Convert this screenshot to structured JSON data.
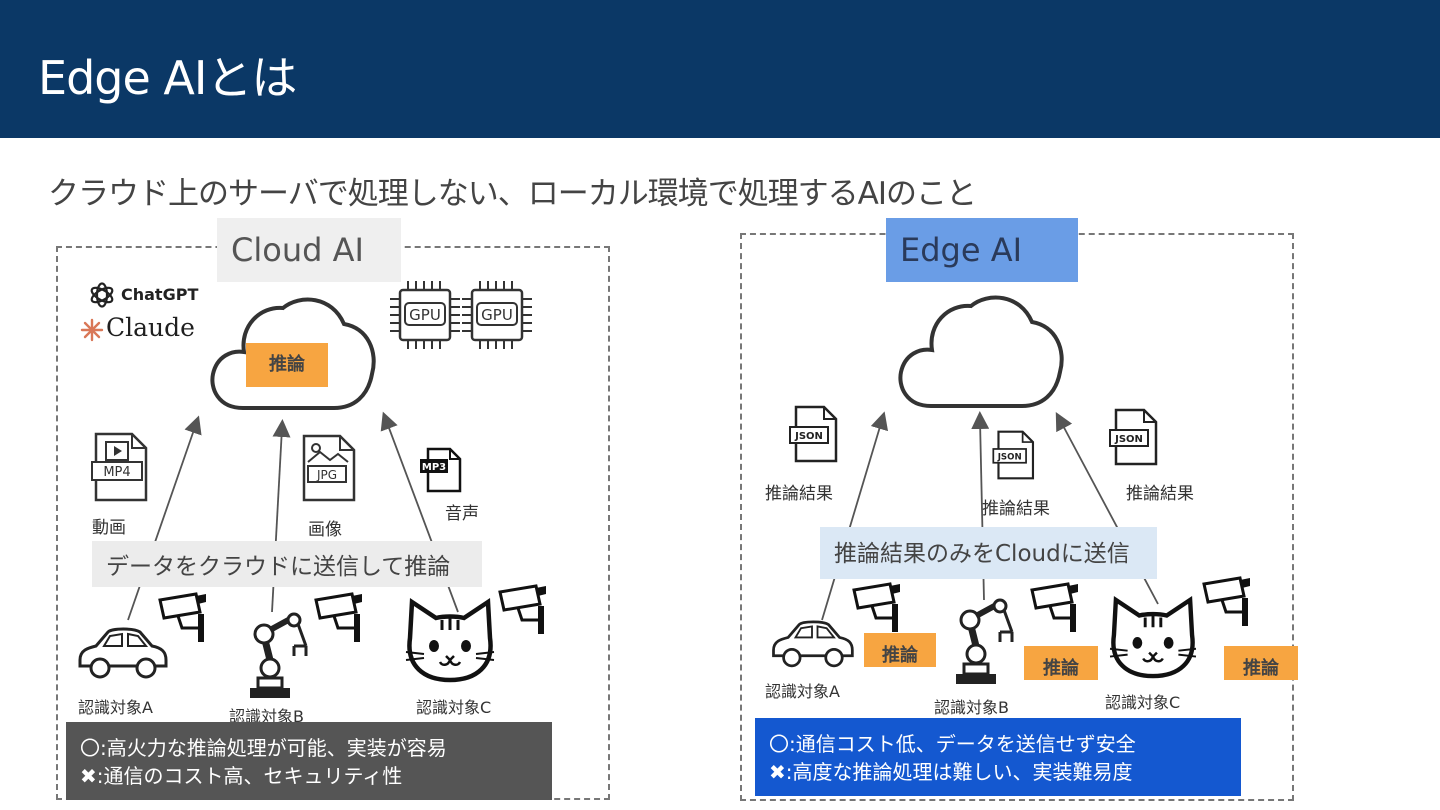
{
  "header": {
    "title": "Edge AIとは"
  },
  "subtitle": "クラウド上のサーバで処理しない、ローカル環境で処理するAIのこと",
  "cloud_ai": {
    "label": "Cloud AI",
    "logos": {
      "chatgpt": "ChatGPT",
      "claude": "Claude"
    },
    "gpu_chip_text": "GPU",
    "inference": "推論",
    "files": {
      "video_ext": "MP4",
      "video_label": "動画",
      "image_ext": "JPG",
      "image_label": "画像",
      "audio_ext": "MP3",
      "audio_label": "音声"
    },
    "send_label": "データをクラウドに送信して推論",
    "targets": {
      "a": "認識対象A",
      "b": "認識対象B",
      "c": "認識対象C"
    },
    "summary": {
      "pro": "〇:高火力な推論処理が可能、実装が容易",
      "con": "✖:通信のコスト高、セキュリティ性"
    }
  },
  "edge_ai": {
    "label": "Edge AI",
    "json_text": "JSON",
    "result_label": "推論結果",
    "send_label": "推論結果のみをCloudに送信",
    "inference": "推論",
    "targets": {
      "a": "認識対象A",
      "b": "認識対象B",
      "c": "認識対象C"
    },
    "summary": {
      "pro": "〇:通信コスト低、データを送信せず安全",
      "con": "✖:高度な推論処理は難しい、実装難易度"
    }
  },
  "colors": {
    "header_bg": "#0b3866",
    "inference": "#f7a541",
    "edge_label": "#6a9de6",
    "edge_summary": "#1458d0",
    "cloud_summary": "#555555"
  },
  "icons": [
    "cloud-icon",
    "gpu-icon",
    "mp4-file-icon",
    "jpg-file-icon",
    "mp3-file-icon",
    "json-file-icon",
    "car-icon",
    "robot-arm-icon",
    "cat-icon",
    "cctv-camera-icon",
    "chatgpt-logo",
    "claude-logo"
  ]
}
